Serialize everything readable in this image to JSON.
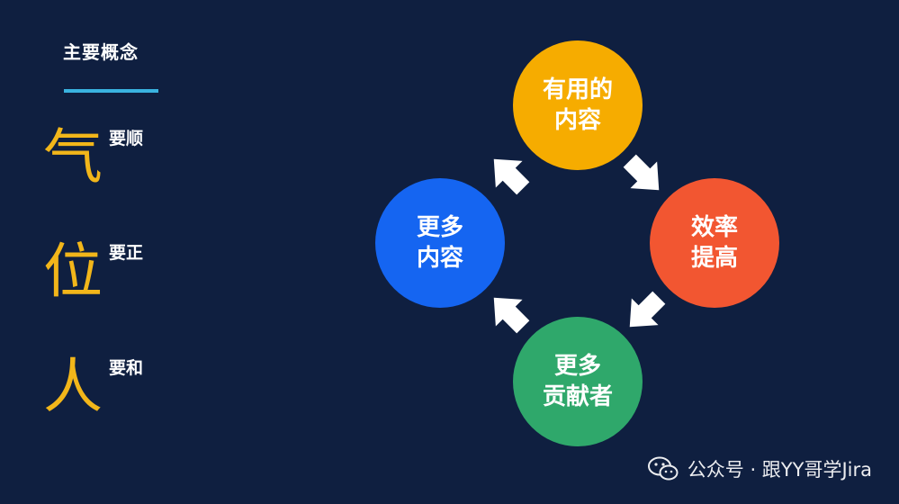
{
  "heading": "主要概念",
  "concepts": [
    {
      "big": "气",
      "small": "要顺"
    },
    {
      "big": "位",
      "small": "要正"
    },
    {
      "big": "人",
      "small": "要和"
    }
  ],
  "cycle": {
    "top": {
      "line1": "有用的",
      "line2": "内容",
      "color": "#f6ac00"
    },
    "right": {
      "line1": "效率",
      "line2": "提高",
      "color": "#f25631"
    },
    "bottom": {
      "line1": "更多",
      "line2": "贡献者",
      "color": "#2fa86b"
    },
    "left": {
      "line1": "更多",
      "line2": "内容",
      "color": "#1565f1"
    }
  },
  "colors": {
    "background": "#0f1f40",
    "accent_line": "#3ab3e0",
    "concept_gold": "#f2b61a"
  },
  "watermark": {
    "icon": "wechat-icon",
    "text": "公众号 · 跟YY哥学Jira"
  }
}
